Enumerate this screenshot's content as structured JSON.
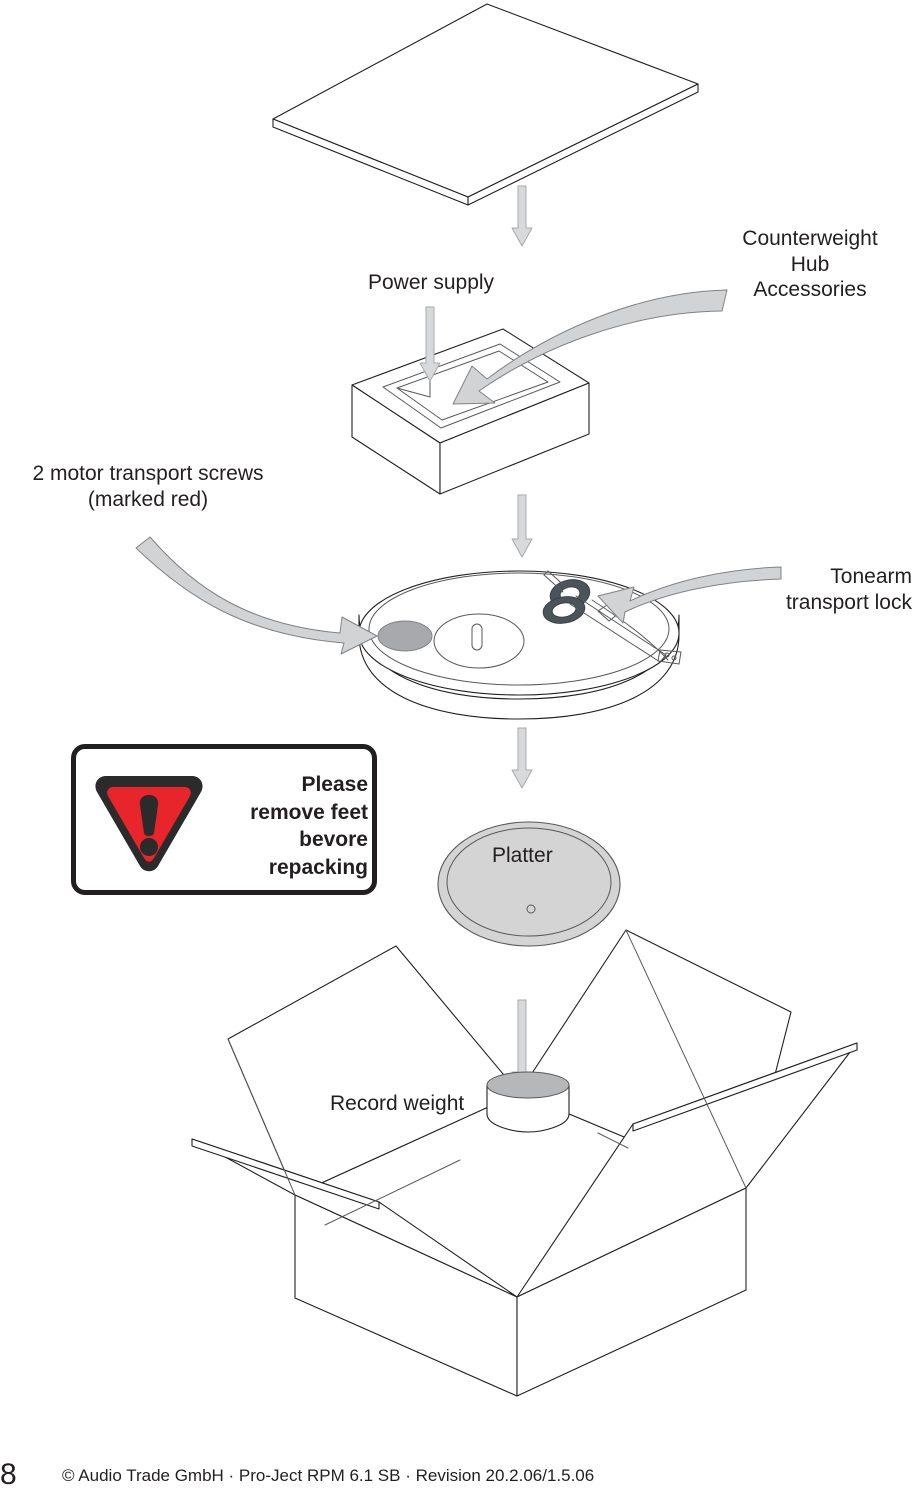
{
  "document": {
    "page_number": "8",
    "footer_text": "© Audio Trade GmbH · Pro-Ject RPM 6.1 SB · Revision 20.2.06/1.5.06"
  },
  "labels": {
    "power_supply": "Power supply",
    "counterweight_hub_accessories": "Counterweight\nHub\nAccessories",
    "motor_screws": "2 motor transport screws\n(marked red)",
    "tonearm_lock": "Tonearm\ntransport lock",
    "platter": "Platter",
    "record_weight": "Record weight"
  },
  "warning": {
    "icon": "warning-triangle-exclamation-icon",
    "text": "Please\nremove feet\nbevore repacking"
  },
  "colors": {
    "line": "#231f20",
    "outline_thin": "#58595b",
    "arrow_fill": "#d2d3d4",
    "arrow_stroke": "#808285",
    "platter_fill": "#d4d4d4",
    "motor_disc_fill": "#a7a9ac",
    "tonearm_dark": "#4a5559",
    "warning_red": "#e8252a",
    "warning_dark": "#2b2b2b",
    "page_background": "#ffffff"
  },
  "diagram": {
    "title_semantic": "exploded-repacking-diagram",
    "parts": [
      "top-cover-panel",
      "foam-insert-box",
      "turntable-plinth",
      "platter",
      "record-weight",
      "cardboard-box"
    ]
  }
}
